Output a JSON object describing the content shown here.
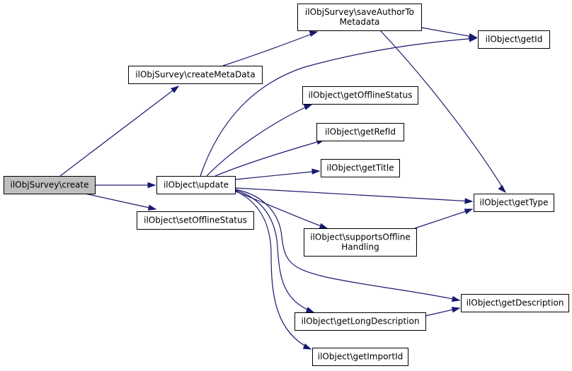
{
  "colors": {
    "edge": "#191970",
    "root_fill": "#bfbfbf",
    "node_fill": "#ffffff",
    "node_stroke": "#000000"
  },
  "nodes": {
    "create": {
      "lines": [
        "ilObjSurvey\\create"
      ]
    },
    "createMetaData": {
      "lines": [
        "ilObjSurvey\\createMetaData"
      ]
    },
    "update": {
      "lines": [
        "ilObject\\update"
      ]
    },
    "setOfflineStatus": {
      "lines": [
        "ilObject\\setOfflineStatus"
      ]
    },
    "saveAuthorToMetadata": {
      "lines": [
        "ilObjSurvey\\saveAuthorTo",
        "Metadata"
      ]
    },
    "getId": {
      "lines": [
        "ilObject\\getId"
      ]
    },
    "getOfflineStatus": {
      "lines": [
        "ilObject\\getOfflineStatus"
      ]
    },
    "getRefId": {
      "lines": [
        "ilObject\\getRefId"
      ]
    },
    "getTitle": {
      "lines": [
        "ilObject\\getTitle"
      ]
    },
    "getType": {
      "lines": [
        "ilObject\\getType"
      ]
    },
    "supportsOfflineHandling": {
      "lines": [
        "ilObject\\supportsOffline",
        "Handling"
      ]
    },
    "getDescription": {
      "lines": [
        "ilObject\\getDescription"
      ]
    },
    "getLongDescription": {
      "lines": [
        "ilObject\\getLongDescription"
      ]
    },
    "getImportId": {
      "lines": [
        "ilObject\\getImportId"
      ]
    }
  },
  "edges": [
    {
      "from": "create",
      "to": "createMetaData"
    },
    {
      "from": "create",
      "to": "update"
    },
    {
      "from": "create",
      "to": "setOfflineStatus"
    },
    {
      "from": "createMetaData",
      "to": "saveAuthorToMetadata"
    },
    {
      "from": "saveAuthorToMetadata",
      "to": "getId"
    },
    {
      "from": "saveAuthorToMetadata",
      "to": "getType"
    },
    {
      "from": "update",
      "to": "getId"
    },
    {
      "from": "update",
      "to": "getOfflineStatus"
    },
    {
      "from": "update",
      "to": "getRefId"
    },
    {
      "from": "update",
      "to": "getTitle"
    },
    {
      "from": "update",
      "to": "getType"
    },
    {
      "from": "update",
      "to": "supportsOfflineHandling"
    },
    {
      "from": "update",
      "to": "getDescription"
    },
    {
      "from": "update",
      "to": "getLongDescription"
    },
    {
      "from": "update",
      "to": "getImportId"
    },
    {
      "from": "supportsOfflineHandling",
      "to": "getType"
    },
    {
      "from": "getLongDescription",
      "to": "getDescription"
    }
  ]
}
